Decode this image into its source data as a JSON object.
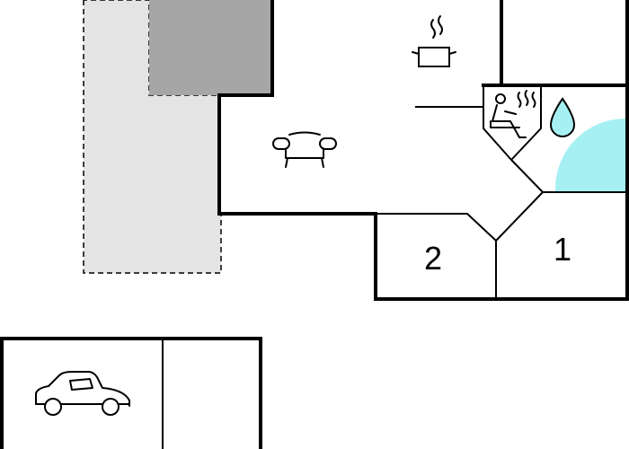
{
  "colors": {
    "terrace": "#e4e4e4",
    "roof": "#a6a6a6",
    "water": "#a6f0f3",
    "wall": "#000000",
    "background": "#ffffff"
  },
  "rooms": [
    {
      "label": "2",
      "type": "bedroom"
    },
    {
      "label": "1",
      "type": "bedroom"
    }
  ],
  "icons": [
    "cooking-pot-icon",
    "sofa-icon",
    "sauna-icon",
    "water-drop-icon",
    "car-icon"
  ]
}
